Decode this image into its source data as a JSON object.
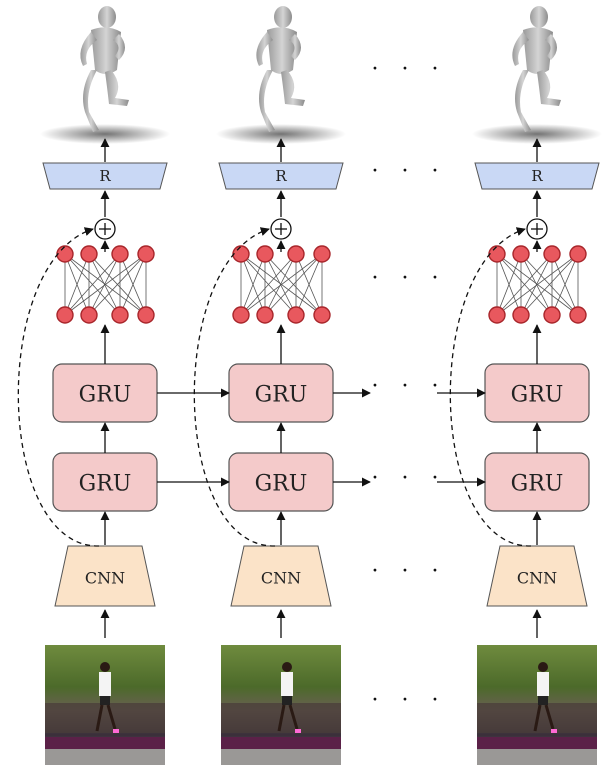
{
  "labels": {
    "regressor": "R",
    "gru": "GRU",
    "cnn": "CNN",
    "ellipsis": "· · ·"
  },
  "columns": [
    {
      "id": "frame-1"
    },
    {
      "id": "frame-2"
    },
    {
      "id": "frame-t"
    }
  ],
  "colors": {
    "regressor_fill": "#c9d8f5",
    "gru_fill": "#f4caca",
    "cnn_fill": "#fbe3c8",
    "neuron_fill": "#e8585e",
    "neuron_stroke": "#a8262b",
    "box_stroke": "#555555",
    "arrow": "#111111"
  }
}
